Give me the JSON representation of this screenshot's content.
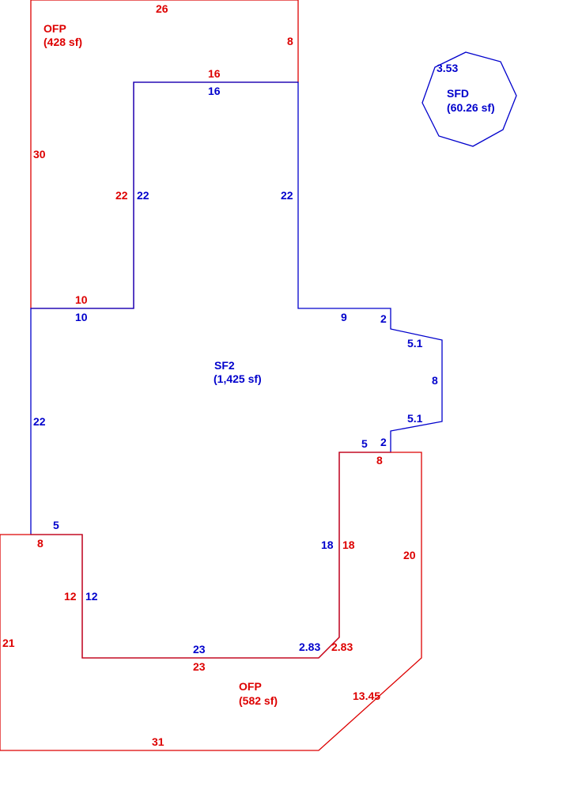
{
  "colors": {
    "red": "#dd0000",
    "blue": "#0000cc"
  },
  "areas": {
    "ofp_top": {
      "name": "OFP",
      "area": "(428 sf)"
    },
    "sf2": {
      "name": "SF2",
      "area": "(1,425 sf)"
    },
    "sfd": {
      "name": "SFD",
      "area": "(60.26 sf)"
    },
    "ofp_bottom": {
      "name": "OFP",
      "area": "(582 sf)"
    }
  },
  "dimensions": {
    "ofp_top": {
      "top": "26",
      "right": "8",
      "left": "30",
      "inner_top": "16",
      "inner_side": "22",
      "bottom": "10"
    },
    "sf2": {
      "top": "16",
      "left_upper": "22",
      "right_upper": "22",
      "ledge": "10",
      "step_top": "9",
      "jog_top": "2",
      "diag_top": "5.1",
      "right": "8",
      "diag_bottom": "5.1",
      "jog_bottom": "2",
      "step_bottom": "5",
      "left": "22",
      "bottom_step": "5",
      "inner_left": "12",
      "bottom": "23",
      "chamfer": "2.83",
      "inner_right": "18"
    },
    "sfd": {
      "side": "3.53"
    },
    "ofp_bottom": {
      "top_right": "8",
      "inner_right": "18",
      "right": "20",
      "chamfer_outer": "13.45",
      "bottom": "31",
      "left": "21",
      "top_left": "8",
      "inner_left": "12",
      "inner_bottom": "23",
      "chamfer_inner": "2.83"
    }
  }
}
